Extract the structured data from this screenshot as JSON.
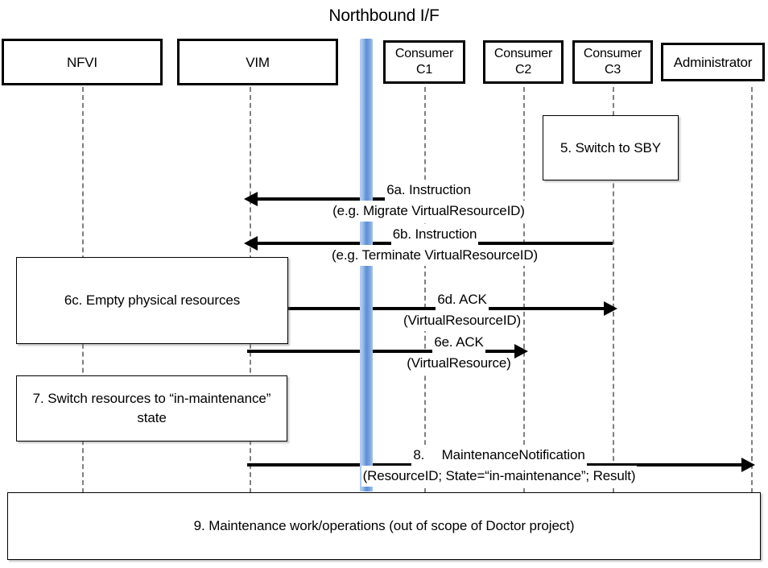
{
  "diagram": {
    "title": "Northbound I/F",
    "type": "uml-sequence-diagram",
    "colors": {
      "interface_bar": "#5B8ED4",
      "lifeline": "#808080",
      "line": "#000000",
      "background": "#FFFFFF"
    }
  },
  "participants": [
    {
      "id": "nfvi",
      "label": "NFVI"
    },
    {
      "id": "vim",
      "label": "VIM"
    },
    {
      "id": "c1",
      "label_line1": "Consumer",
      "label_line2": "C1"
    },
    {
      "id": "c2",
      "label_line1": "Consumer",
      "label_line2": "C2"
    },
    {
      "id": "c3",
      "label_line1": "Consumer",
      "label_line2": "C3"
    },
    {
      "id": "admin",
      "label": "Administrator"
    }
  ],
  "notes": {
    "step5": {
      "line1": "5. Switch to",
      "line2": "SBY"
    },
    "step6c": {
      "line1": "6c. Empty physical resources"
    },
    "step7": {
      "line1": "7. Switch resources to",
      "line2": "“in-maintenance” state"
    },
    "step9": {
      "line1": "9. Maintenance work/operations",
      "line2": "(out of scope of Doctor project)"
    }
  },
  "messages": {
    "m6a": {
      "top": "6a. Instruction",
      "bottom": "(e.g. Migrate VirtualResourceID)",
      "from": "c1",
      "to": "vim",
      "direction": "left"
    },
    "m6b": {
      "top": "6b. Instruction",
      "bottom": "(e.g. Terminate VirtualResourceID)",
      "from": "c3",
      "to": "vim",
      "direction": "left"
    },
    "m6d": {
      "top": "6d. ACK",
      "bottom": "(VirtualResourceID)",
      "from": "vim",
      "to": "c3",
      "direction": "right"
    },
    "m6e": {
      "top": "6e. ACK",
      "bottom": "(VirtualResource)",
      "from": "vim",
      "to": "c2",
      "direction": "right"
    },
    "m8": {
      "top": "8.  MaintenanceNotification",
      "bottom": "(ResourceID; State=“in-maintenance”; Result)",
      "from": "vim",
      "to": "admin",
      "direction": "right"
    }
  }
}
